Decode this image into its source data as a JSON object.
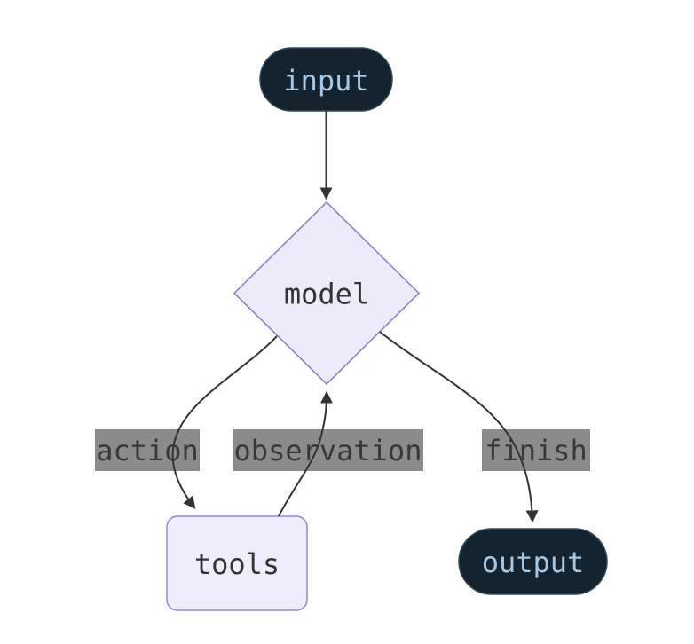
{
  "diagram": {
    "type": "flowchart",
    "direction": "top-down",
    "background": "#ffffff",
    "nodes": {
      "input": {
        "label": "input",
        "shape": "stadium",
        "fill": "#15232e",
        "stroke": "#2e4b5e",
        "text_color": "#a4c9e8"
      },
      "model": {
        "label": "model",
        "shape": "diamond",
        "fill": "#edeafa",
        "stroke": "#8c76d8",
        "text_color": "#333333"
      },
      "tools": {
        "label": "tools",
        "shape": "rounded-rectangle",
        "fill": "#efecfb",
        "stroke": "#9d80e2",
        "text_color": "#333333"
      },
      "output": {
        "label": "output",
        "shape": "stadium",
        "fill": "#15232e",
        "stroke": "#2e4b5e",
        "text_color": "#a4c9e8"
      }
    },
    "edges": [
      {
        "from": "input",
        "to": "model",
        "label": ""
      },
      {
        "from": "model",
        "to": "tools",
        "label": "action"
      },
      {
        "from": "tools",
        "to": "model",
        "label": "observation"
      },
      {
        "from": "model",
        "to": "output",
        "label": "finish"
      }
    ],
    "style": {
      "edge_color": "#333333",
      "edge_label_background": "#8b8b8b",
      "edge_label_text_color": "#383838",
      "arrowhead_color": "#333333"
    }
  }
}
